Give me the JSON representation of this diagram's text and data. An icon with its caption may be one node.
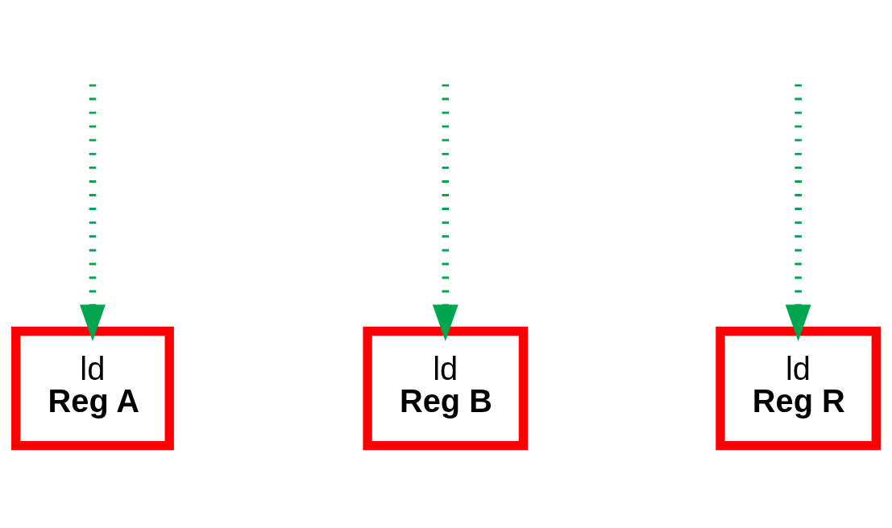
{
  "diagram": {
    "nodes": [
      {
        "text": [
          "ld",
          "Reg B"
        ]
      },
      {
        "text": [
          "ld",
          "Reg R"
        ]
      },
      {
        "text": [
          "ld",
          "Reg A"
        ]
      }
    ],
    "edges": [
      {
        "from": null,
        "to": 2,
        "arrow": "to",
        "style": "dashed",
        "color": "#00a550"
      },
      {
        "from": null,
        "to": 0,
        "arrow": "to",
        "style": "dashed",
        "color": "#00a550"
      },
      {
        "from": null,
        "to": 1,
        "arrow": "to",
        "style": "dashed",
        "color": "#00a550"
      }
    ]
  }
}
